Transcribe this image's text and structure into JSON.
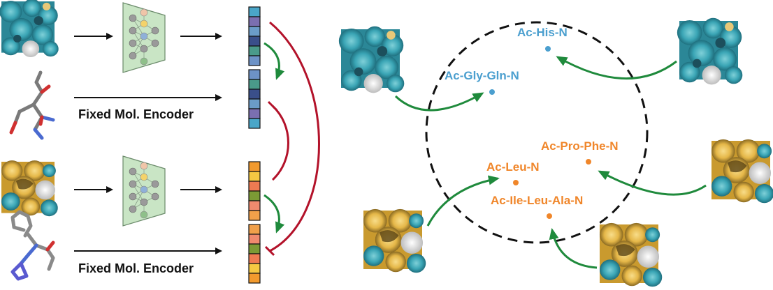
{
  "encoder_labels": {
    "top": "Fixed Mol. Encoder",
    "bottom": "Fixed Mol. Encoder"
  },
  "peptides": {
    "his": "Ac-His-N",
    "gly_gln": "Ac-Gly-Gln-N",
    "pro_phe": "Ac-Pro-Phe-N",
    "leu": "Ac-Leu-N",
    "ile_leu_ala": "Ac-Ile-Leu-Ala-N"
  },
  "colors": {
    "blue_label": "#4b9fcf",
    "orange_label": "#f0862a",
    "green_arrow": "#1f8a3c",
    "red_arc": "#b3122a",
    "encoder_fill": "#c9e5c5",
    "encoder_stroke": "#6a8a6a",
    "blue_embeddings": [
      "#4aa6c8",
      "#7b6fb0",
      "#6b9cc8",
      "#3a4f8a",
      "#4a9a8a",
      "#6d92c6"
    ],
    "orange_embeddings": [
      "#f29a2e",
      "#f5c842",
      "#ef7a52",
      "#7c9a35",
      "#f08a6e",
      "#f1a04a"
    ]
  },
  "icons": [
    "encoder-network-icon",
    "surface-patch-image",
    "molecule-stick-icon"
  ]
}
